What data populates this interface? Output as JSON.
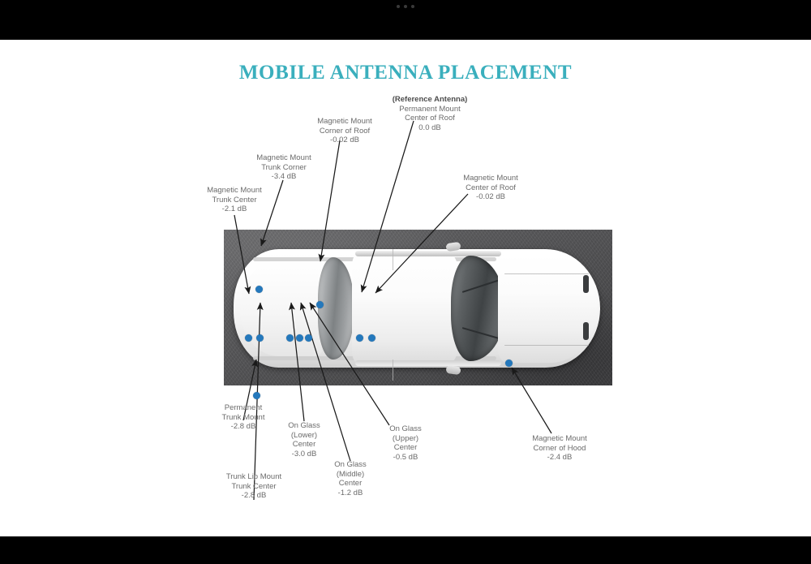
{
  "window": {
    "background_color": "#000000",
    "loading_indicator": "three-dots"
  },
  "slide": {
    "background_color": "#ffffff",
    "title": "MOBILE ANTENNA PLACEMENT",
    "title_color": "#3aafbd",
    "dot_color": "#2478bc",
    "label_color": "#6b6b6b"
  },
  "diagram": {
    "subject": "car-top-view-photo",
    "reference_note": "(Reference Antenna)",
    "callouts": [
      {
        "id": "permanent-mount-center-of-roof",
        "header": "(Reference Antenna)",
        "lines": [
          "Permanent Mount",
          "Center of Roof"
        ],
        "gain": "0.0 dB"
      },
      {
        "id": "magnetic-mount-corner-of-roof",
        "header": "",
        "lines": [
          "Magnetic Mount",
          "Corner of Roof"
        ],
        "gain": "-0.02 dB"
      },
      {
        "id": "magnetic-mount-trunk-corner",
        "header": "",
        "lines": [
          "Magnetic Mount",
          "Trunk Corner"
        ],
        "gain": "-3.4 dB"
      },
      {
        "id": "magnetic-mount-trunk-center",
        "header": "",
        "lines": [
          "Magnetic Mount",
          "Trunk Center"
        ],
        "gain": "-2.1 dB"
      },
      {
        "id": "magnetic-mount-center-of-roof",
        "header": "",
        "lines": [
          "Magnetic Mount",
          "Center of Roof"
        ],
        "gain": "-0.02 dB"
      },
      {
        "id": "permanent-trunk-mount",
        "header": "",
        "lines": [
          "Permanent",
          "Trunk Mount"
        ],
        "gain": "-2.8 dB"
      },
      {
        "id": "trunk-lip-mount-trunk-center",
        "header": "",
        "lines": [
          "Trunk Lip Mount",
          "Trunk Center"
        ],
        "gain": "-2.8 dB"
      },
      {
        "id": "on-glass-lower-center",
        "header": "",
        "lines": [
          "On Glass",
          "(Lower)",
          "Center"
        ],
        "gain": "-3.0 dB"
      },
      {
        "id": "on-glass-middle-center",
        "header": "",
        "lines": [
          "On Glass",
          "(Middle)",
          "Center"
        ],
        "gain": "-1.2 dB"
      },
      {
        "id": "on-glass-upper-center",
        "header": "",
        "lines": [
          "On Glass",
          "(Upper)",
          "Center"
        ],
        "gain": "-0.5 dB"
      },
      {
        "id": "magnetic-mount-corner-of-hood",
        "header": "",
        "lines": [
          "Magnetic Mount",
          "Corner of Hood"
        ],
        "gain": "-2.4 dB"
      }
    ]
  },
  "labels": {
    "ref_roof": {
      "header": "(Reference Antenna)",
      "l1": "Permanent Mount",
      "l2": "Center of Roof",
      "gain": "0.0 dB"
    },
    "mag_corner_roof": {
      "l1": "Magnetic Mount",
      "l2": "Corner of Roof",
      "gain": "-0.02 dB"
    },
    "mag_trunk_corner": {
      "l1": "Magnetic Mount",
      "l2": "Trunk Corner",
      "gain": "-3.4 dB"
    },
    "mag_trunk_center": {
      "l1": "Magnetic Mount",
      "l2": "Trunk Center",
      "gain": "-2.1 dB"
    },
    "mag_center_roof": {
      "l1": "Magnetic Mount",
      "l2": "Center of Roof",
      "gain": "-0.02 dB"
    },
    "perm_trunk": {
      "l1": "Permanent",
      "l2": "Trunk Mount",
      "gain": "-2.8 dB"
    },
    "trunk_lip": {
      "l1": "Trunk Lip Mount",
      "l2": "Trunk Center",
      "gain": "-2.8 dB"
    },
    "glass_lower": {
      "l1": "On Glass",
      "l2": "(Lower)",
      "l3": "Center",
      "gain": "-3.0 dB"
    },
    "glass_middle": {
      "l1": "On Glass",
      "l2": "(Middle)",
      "l3": "Center",
      "gain": "-1.2 dB"
    },
    "glass_upper": {
      "l1": "On Glass",
      "l2": "(Upper)",
      "l3": "Center",
      "gain": "-0.5 dB"
    },
    "mag_hood": {
      "l1": "Magnetic Mount",
      "l2": "Corner of Hood",
      "gain": "-2.4 dB"
    }
  }
}
